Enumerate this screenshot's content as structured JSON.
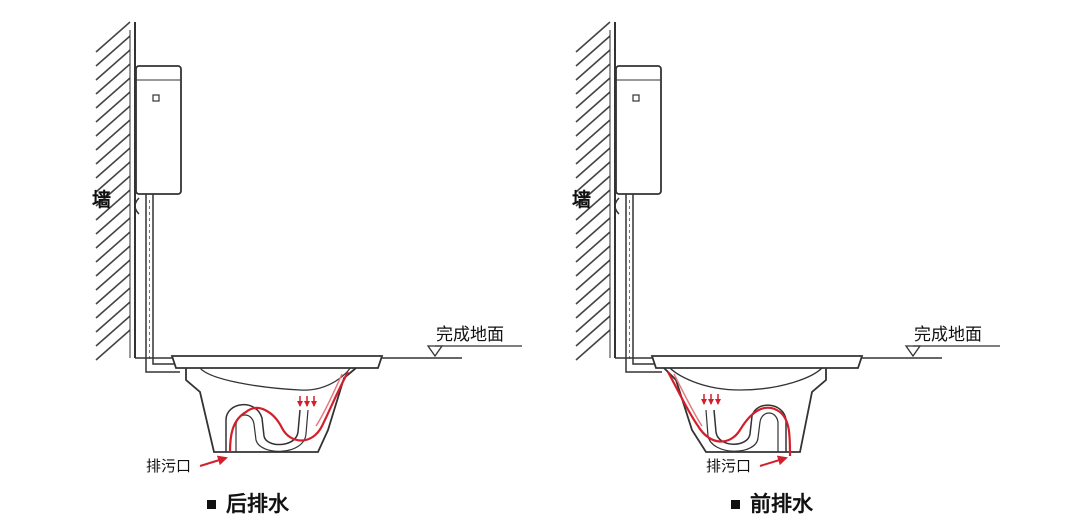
{
  "colors": {
    "line": "#333333",
    "hatch": "#444444",
    "flow": "#d21f2b",
    "flow_soft": "#e57a80"
  },
  "panels": [
    {
      "wall_label": "墙",
      "floor_label": "完成地面",
      "outlet_label": "排污口",
      "caption": "后排水"
    },
    {
      "wall_label": "墙",
      "floor_label": "完成地面",
      "outlet_label": "排污口",
      "caption": "前排水"
    }
  ]
}
